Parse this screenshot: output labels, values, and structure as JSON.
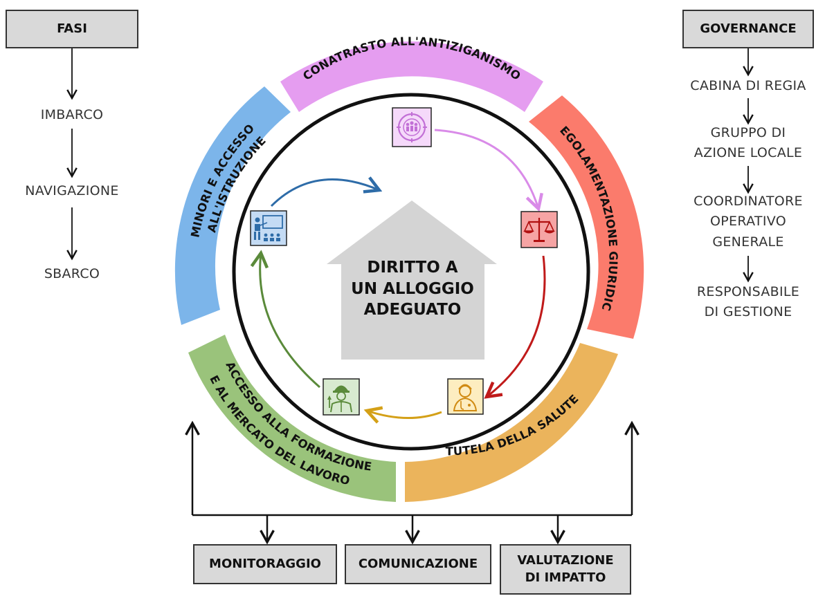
{
  "phases": {
    "title": "FASI",
    "steps": [
      "IMBARCO",
      "NAVIGAZIONE",
      "SBARCO"
    ]
  },
  "governance": {
    "title": "GOVERNANCE",
    "levels": [
      "CABINA DI REGIA",
      "GRUPPO DI\nAZIONE LOCALE",
      "COORDINATORE\nOPERATIVO\nGENERALE",
      "RESPONSABILE\nDI GESTIONE"
    ]
  },
  "center": {
    "line1": "DIRITTO A",
    "line2": "UN ALLOGGIO",
    "line3": "ADEGUATO"
  },
  "segments": {
    "top": {
      "label": "CONATRASTO ALL'ANTIZIGANISMO",
      "color": "#e59df0"
    },
    "right": {
      "label": "REGOLAMENTAZIONE GIURIDICA",
      "color": "#fb7b6c"
    },
    "bottom_right": {
      "label": "TUTELA DELLA SALUTE",
      "color": "#ebb45c"
    },
    "bottom_left_line1": {
      "label": "ACCESSO ALLA FORMAZIONE",
      "color": "#9ac37b"
    },
    "bottom_left_line2": {
      "label": "E AL MERCATO DEL LAVORO",
      "color": "#9ac37b"
    },
    "left_line1": {
      "label": "MINORI E ACCESSO",
      "color": "#7cb5ea"
    },
    "left_line2": {
      "label": "ALL'ISTRUZIONE",
      "color": "#7cb5ea"
    }
  },
  "icons": {
    "top": "community-target-icon",
    "right": "justice-scales-icon",
    "bottom_right": "doctor-icon",
    "bottom_left": "worker-icon",
    "left": "teacher-classroom-icon"
  },
  "outputs": {
    "monitoring": "MONITORAGGIO",
    "communication": "COMUNICAZIONE",
    "evaluation": "VALUTAZIONE\nDI IMPATTO"
  }
}
